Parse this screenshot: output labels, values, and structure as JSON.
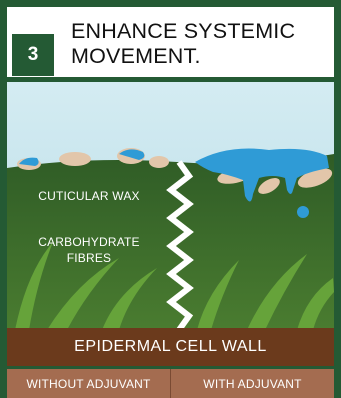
{
  "step": {
    "number": "3"
  },
  "title": {
    "line1": "ENHANCE SYSTEMIC",
    "line2": "MOVEMENT."
  },
  "labels": {
    "cuticular_wax": "CUTICULAR WAX",
    "carbohydrate_line1": "CARBOHYDRATE",
    "carbohydrate_line2": "FIBRES"
  },
  "wall": {
    "label": "EPIDERMAL CELL WALL"
  },
  "footer": {
    "left": "WITHOUT ADJUVANT",
    "right": "WITH ADJUVANT"
  },
  "colors": {
    "frame_green": "#245a34",
    "sky_blue": "#c6e2ec",
    "leaf_green": "#3c6c2c",
    "wall_brown": "#6b3a1c",
    "footer_brown": "#a46c50",
    "wax_tan": "#e2c6aa",
    "droplet_blue": "#2f9bd6"
  },
  "icons": [
    "zigzag-divider",
    "droplet-icon",
    "wax-flake-icon",
    "grass-blade-icon"
  ]
}
